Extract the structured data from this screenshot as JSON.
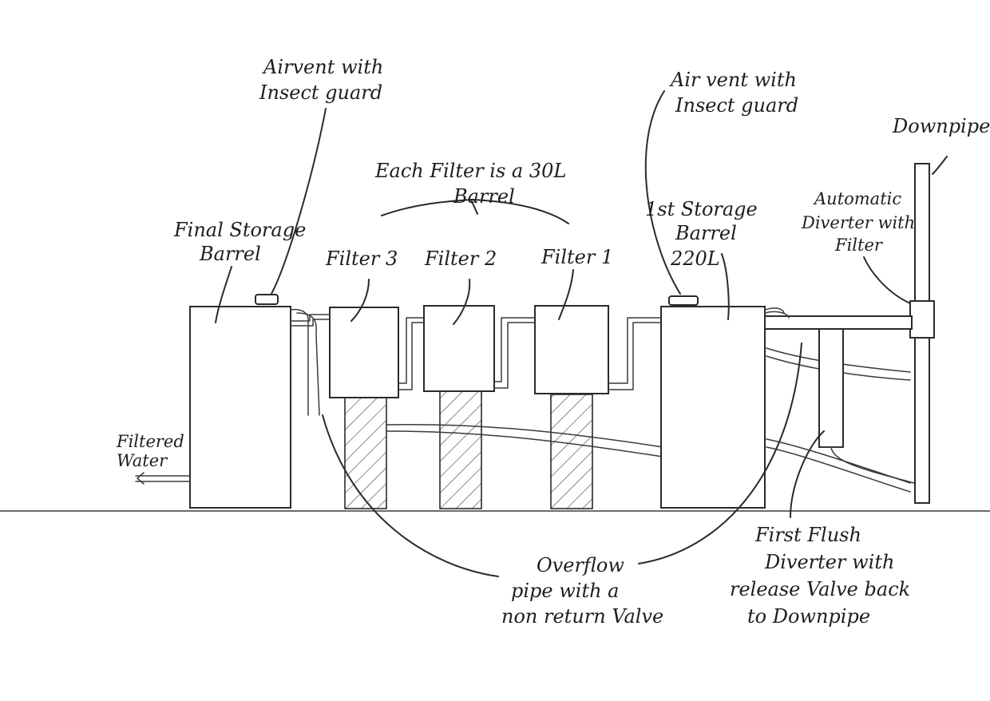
{
  "labels": {
    "airvent_left_line1": "Airvent with",
    "airvent_left_line2": "Insect guard",
    "airvent_right_line1": "Air vent with",
    "airvent_right_line2": "Insect guard",
    "downpipe": "Downpipe",
    "each_filter_line1": "Each Filter is a 30L",
    "each_filter_line2": "Barrel",
    "final_storage_line1": "Final Storage",
    "final_storage_line2": "Barrel",
    "first_storage_line1": "1st Storage",
    "first_storage_line2": "Barrel",
    "first_storage_line3": "220L",
    "filter3": "Filter 3",
    "filter2": "Filter 2",
    "filter1": "Filter 1",
    "auto_diverter_line1": "Automatic",
    "auto_diverter_line2": "Diverter with",
    "auto_diverter_line3": "Filter",
    "filtered_water_line1": "Filtered",
    "filtered_water_line2": "Water",
    "overflow_line1": "Overflow",
    "overflow_line2": "pipe with a",
    "overflow_line3": "non return Valve",
    "first_flush_line1": "First Flush",
    "first_flush_line2": "Diverter with",
    "first_flush_line3": "release Valve back",
    "first_flush_line4": "to Downpipe"
  }
}
